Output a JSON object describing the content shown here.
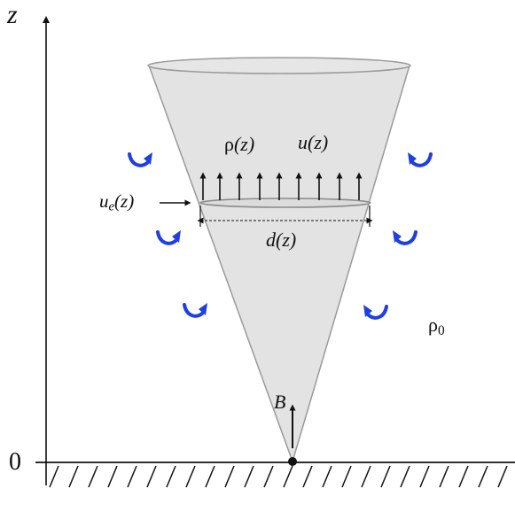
{
  "axis": {
    "z_label": "z",
    "origin_label": "0"
  },
  "labels": {
    "density_symbol": "ρ",
    "density_arg": "(z)",
    "velocity_symbol": "u",
    "velocity_arg": "(z)",
    "entrainment_symbol": "u",
    "entrainment_sub": "e",
    "entrainment_arg": "(z)",
    "diameter_symbol": "d",
    "diameter_arg": "(z)",
    "buoyancy": "B",
    "ambient_symbol": "ρ",
    "ambient_sub": "0"
  },
  "colors": {
    "plume_fill": "#e3e3e3",
    "plume_edge": "#9a9a9a",
    "eddy": "#1f3fe0",
    "ink": "#111111"
  }
}
